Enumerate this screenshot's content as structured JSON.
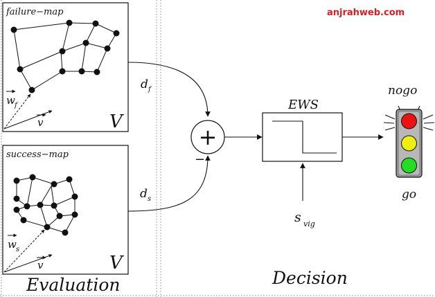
{
  "watermark": "anjrahweb.com",
  "evaluation": {
    "failure_map": {
      "title": "failure−map",
      "space_label": "V",
      "w_base": "w",
      "w_sub": "f",
      "v_label": "v"
    },
    "success_map": {
      "title": "success−map",
      "space_label": "V",
      "w_base": "w",
      "w_sub": "s",
      "v_label": "v"
    },
    "section_label": "Evaluation"
  },
  "signals": {
    "df_base": "d",
    "df_sub": "f",
    "ds_base": "d",
    "ds_sub": "s",
    "plus_sign": "+",
    "minus_sign": "−"
  },
  "decision": {
    "ews_label": "EWS",
    "svig_base": "s",
    "svig_sub": "vig",
    "section_label": "Decision"
  },
  "traffic_light": {
    "top_label": "nogo",
    "bottom_label": "go",
    "colors": {
      "red": "#ee1111",
      "yellow": "#eeee11",
      "green": "#22dd22",
      "housing": "#9a9a9a"
    }
  },
  "colors": {
    "watermark": "#d42020",
    "ink": "#111111",
    "dotted": "#888888"
  }
}
